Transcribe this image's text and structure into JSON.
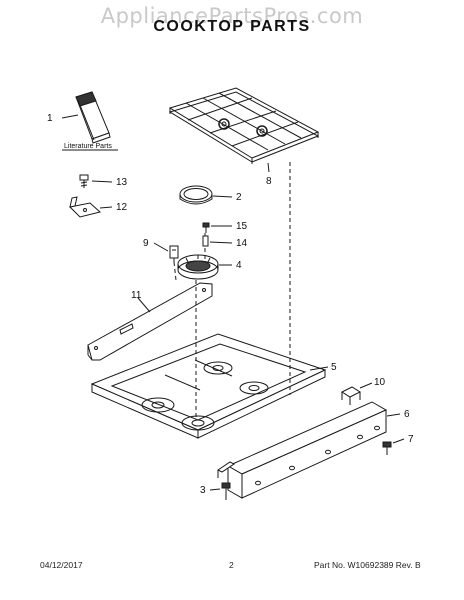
{
  "header": {
    "watermark": "AppliancePartsPros.com",
    "title": "COOKTOP PARTS"
  },
  "callouts": {
    "c1": "1",
    "c2": "2",
    "c3": "3",
    "c4": "4",
    "c5": "5",
    "c6": "6",
    "c7": "7",
    "c8": "8",
    "c9": "9",
    "c10": "10",
    "c11": "11",
    "c12": "12",
    "c13": "13",
    "c14": "14",
    "c15": "15"
  },
  "literature_label": "Literature Parts",
  "footer": {
    "date": "04/12/2017",
    "page": "2",
    "part_number": "Part No. W10692389  Rev. B"
  },
  "colors": {
    "line": "#1a1a1a",
    "watermark": "#c9c9c9"
  }
}
